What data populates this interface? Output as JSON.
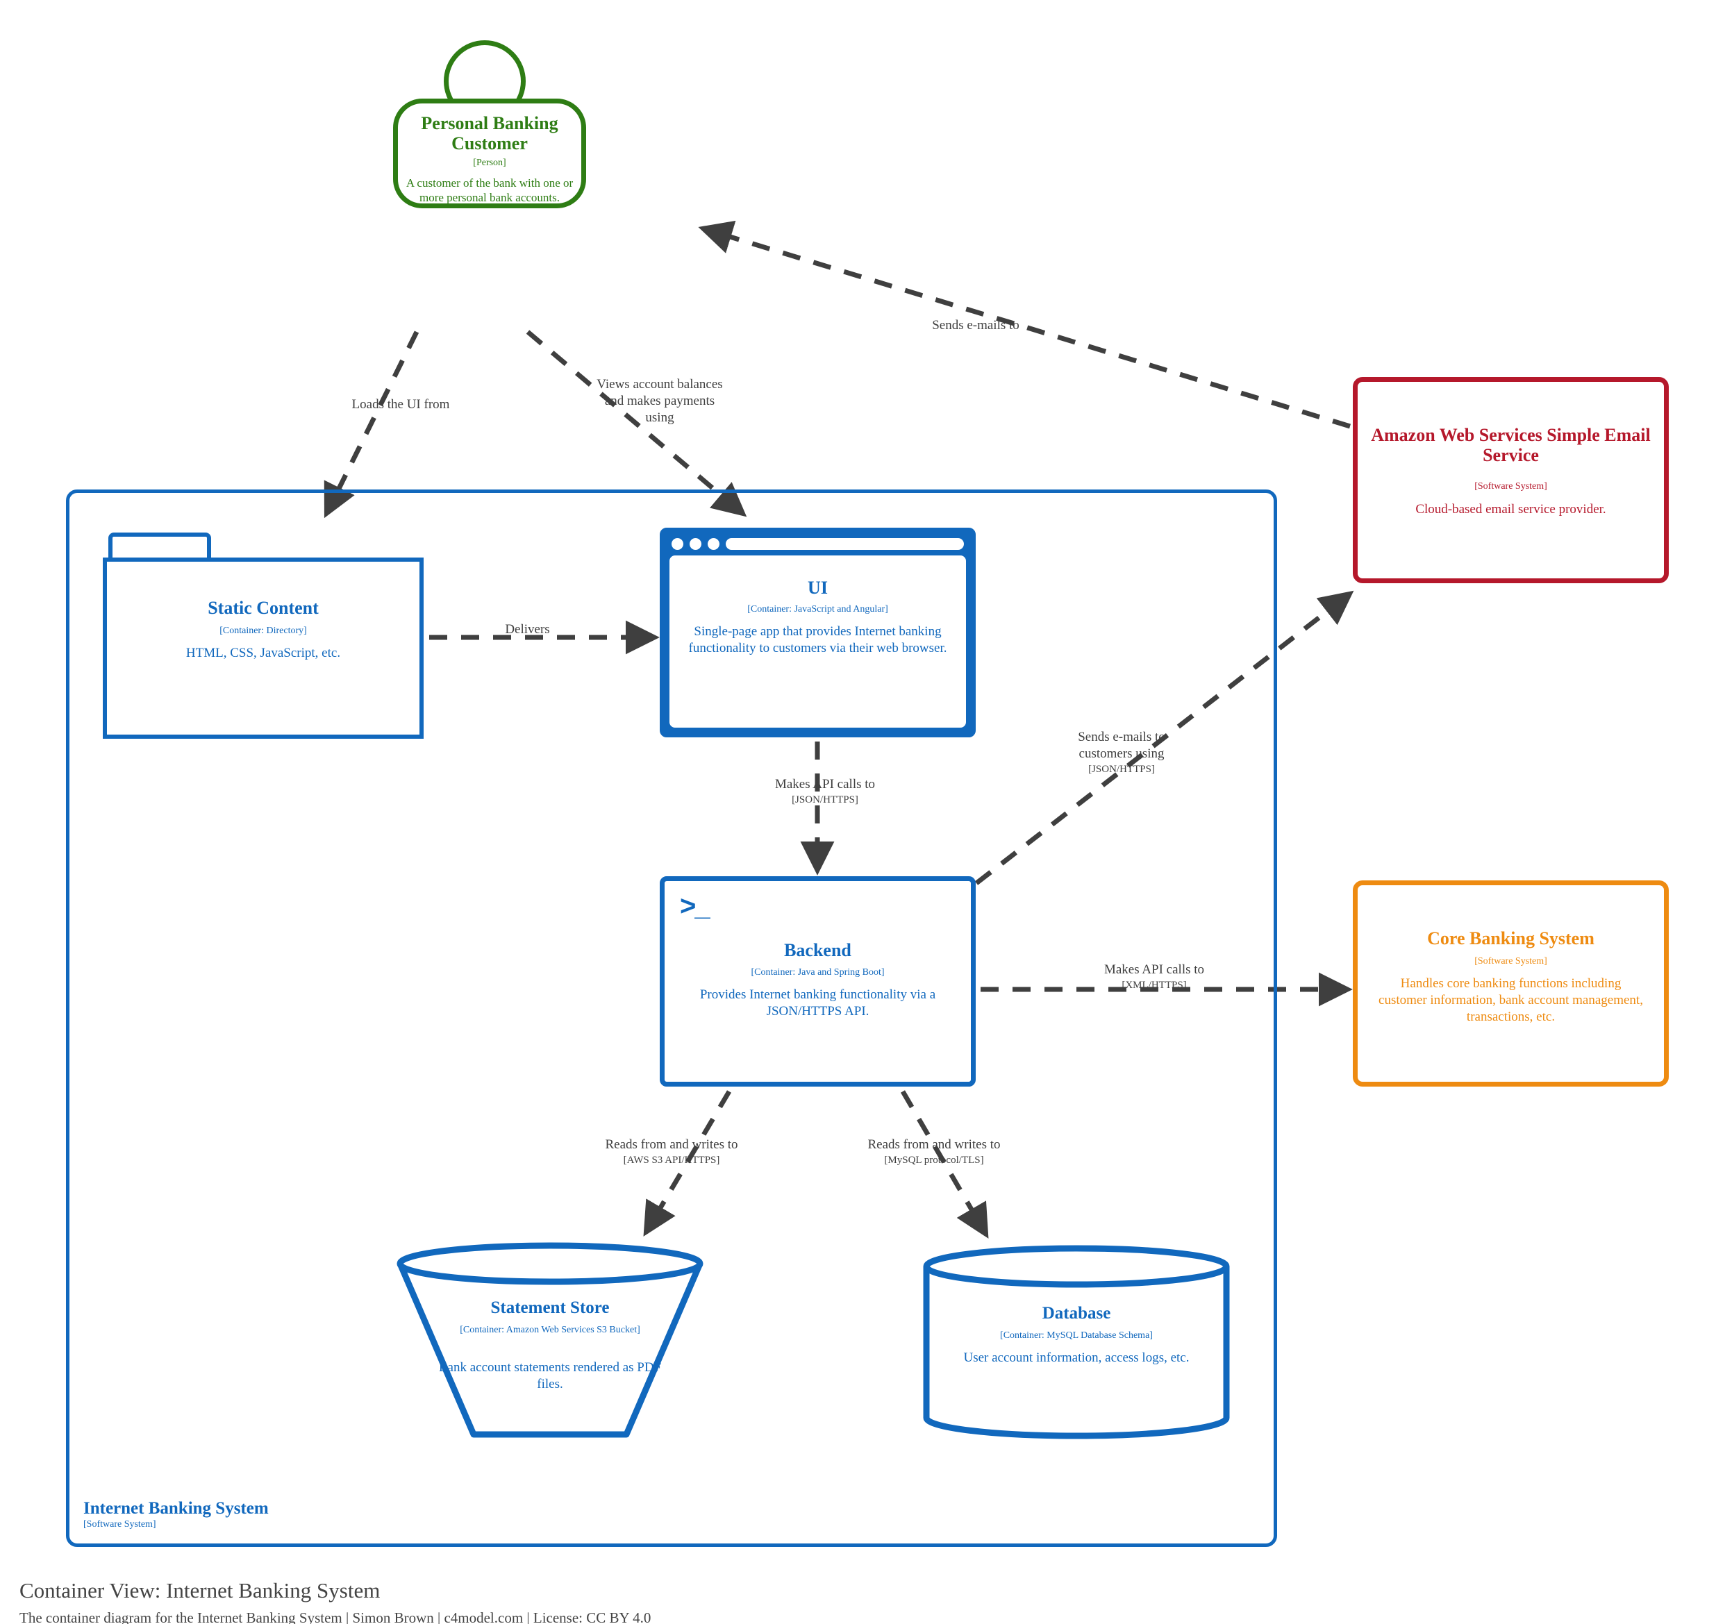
{
  "diagram": {
    "caption_title": "Container View: Internet Banking System",
    "caption_subtitle": "The container diagram for the Internet Banking System | Simon Brown | c4model.com | License: CC BY 4.0",
    "colors": {
      "person": "#2E7D14",
      "container": "#1168BD",
      "boundary": "#1168BD",
      "external_email": "#B5182B",
      "external_core": "#EE8B11",
      "relationship": "#3F3F3F"
    }
  },
  "boundary": {
    "name": "Internet Banking System",
    "tech": "[Software System]"
  },
  "nodes": {
    "person": {
      "name": "Personal Banking Customer",
      "tech": "[Person]",
      "description": "A customer of the bank with one or more personal bank accounts."
    },
    "static_content": {
      "name": "Static Content",
      "tech": "[Container: Directory]",
      "description": "HTML, CSS, JavaScript, etc."
    },
    "ui": {
      "name": "UI",
      "tech": "[Container: JavaScript and Angular]",
      "description": "Single-page app that provides Internet banking functionality to customers via their web browser."
    },
    "backend": {
      "name": "Backend",
      "tech": "[Container: Java and Spring Boot]",
      "description": "Provides Internet banking functionality via a JSON/HTTPS API.",
      "prompt_glyph": ">_"
    },
    "statement_store": {
      "name": "Statement Store",
      "tech": "[Container: Amazon Web Services S3 Bucket]",
      "description": "Bank account statements rendered as PDF files."
    },
    "database": {
      "name": "Database",
      "tech": "[Container: MySQL Database Schema]",
      "description": "User account information, access logs, etc."
    },
    "aws_ses": {
      "name": "Amazon Web Services Simple Email Service",
      "name_line1": "Amazon Web Services",
      "name_line2": "Simple Email Service",
      "tech": "[Software System]",
      "description": "Cloud-based email service provider."
    },
    "core_banking": {
      "name": "Core Banking System",
      "tech": "[Software System]",
      "description": "Handles core banking functions including customer information, bank account management, transactions, etc."
    }
  },
  "edges": [
    {
      "id": "loads",
      "source": "person",
      "target": "static_content",
      "label": "Loads the UI from",
      "tech": ""
    },
    {
      "id": "views",
      "source": "person",
      "target": "ui",
      "label": "Views account balances and makes payments using",
      "tech": ""
    },
    {
      "id": "sends1",
      "source": "aws_ses",
      "target": "person",
      "label": "Sends e-mails to",
      "tech": ""
    },
    {
      "id": "delivers",
      "source": "static_content",
      "target": "ui",
      "label": "Delivers",
      "tech": ""
    },
    {
      "id": "api-ui",
      "source": "ui",
      "target": "backend",
      "label": "Makes API calls to",
      "tech": "[JSON/HTTPS]"
    },
    {
      "id": "sends2",
      "source": "backend",
      "target": "aws_ses",
      "label": "Sends e-mails to customers using",
      "tech": "[JSON/HTTPS]"
    },
    {
      "id": "api-core",
      "source": "backend",
      "target": "core_banking",
      "label": "Makes API calls to",
      "tech": "[XML/HTTPS]"
    },
    {
      "id": "reads-s3",
      "source": "backend",
      "target": "statement_store",
      "label": "Reads from and writes to",
      "tech": "[AWS S3 API/HTTPS]"
    },
    {
      "id": "reads-db",
      "source": "backend",
      "target": "database",
      "label": "Reads from and writes to",
      "tech": "[MySQL protocol/TLS]"
    }
  ],
  "edge_labels": {
    "loads": {
      "line1": "Loads the UI from"
    },
    "views": {
      "line1": "Views account balances",
      "line2": "and makes payments",
      "line3": "using"
    },
    "sends1": {
      "line1": "Sends e-mails to"
    },
    "delivers": {
      "line1": "Delivers"
    },
    "api_ui": {
      "line1": "Makes API calls to",
      "tech": "[JSON/HTTPS]"
    },
    "sends2": {
      "line1": "Sends e-mails to",
      "line2": "customers using",
      "tech": "[JSON/HTTPS]"
    },
    "api_core": {
      "line1": "Makes API calls to",
      "tech": "[XML/HTTPS]"
    },
    "reads_s3": {
      "line1": "Reads from and writes to",
      "tech": "[AWS S3 API/HTTPS]"
    },
    "reads_db": {
      "line1": "Reads from and writes to",
      "tech": "[MySQL protocol/TLS]"
    }
  }
}
